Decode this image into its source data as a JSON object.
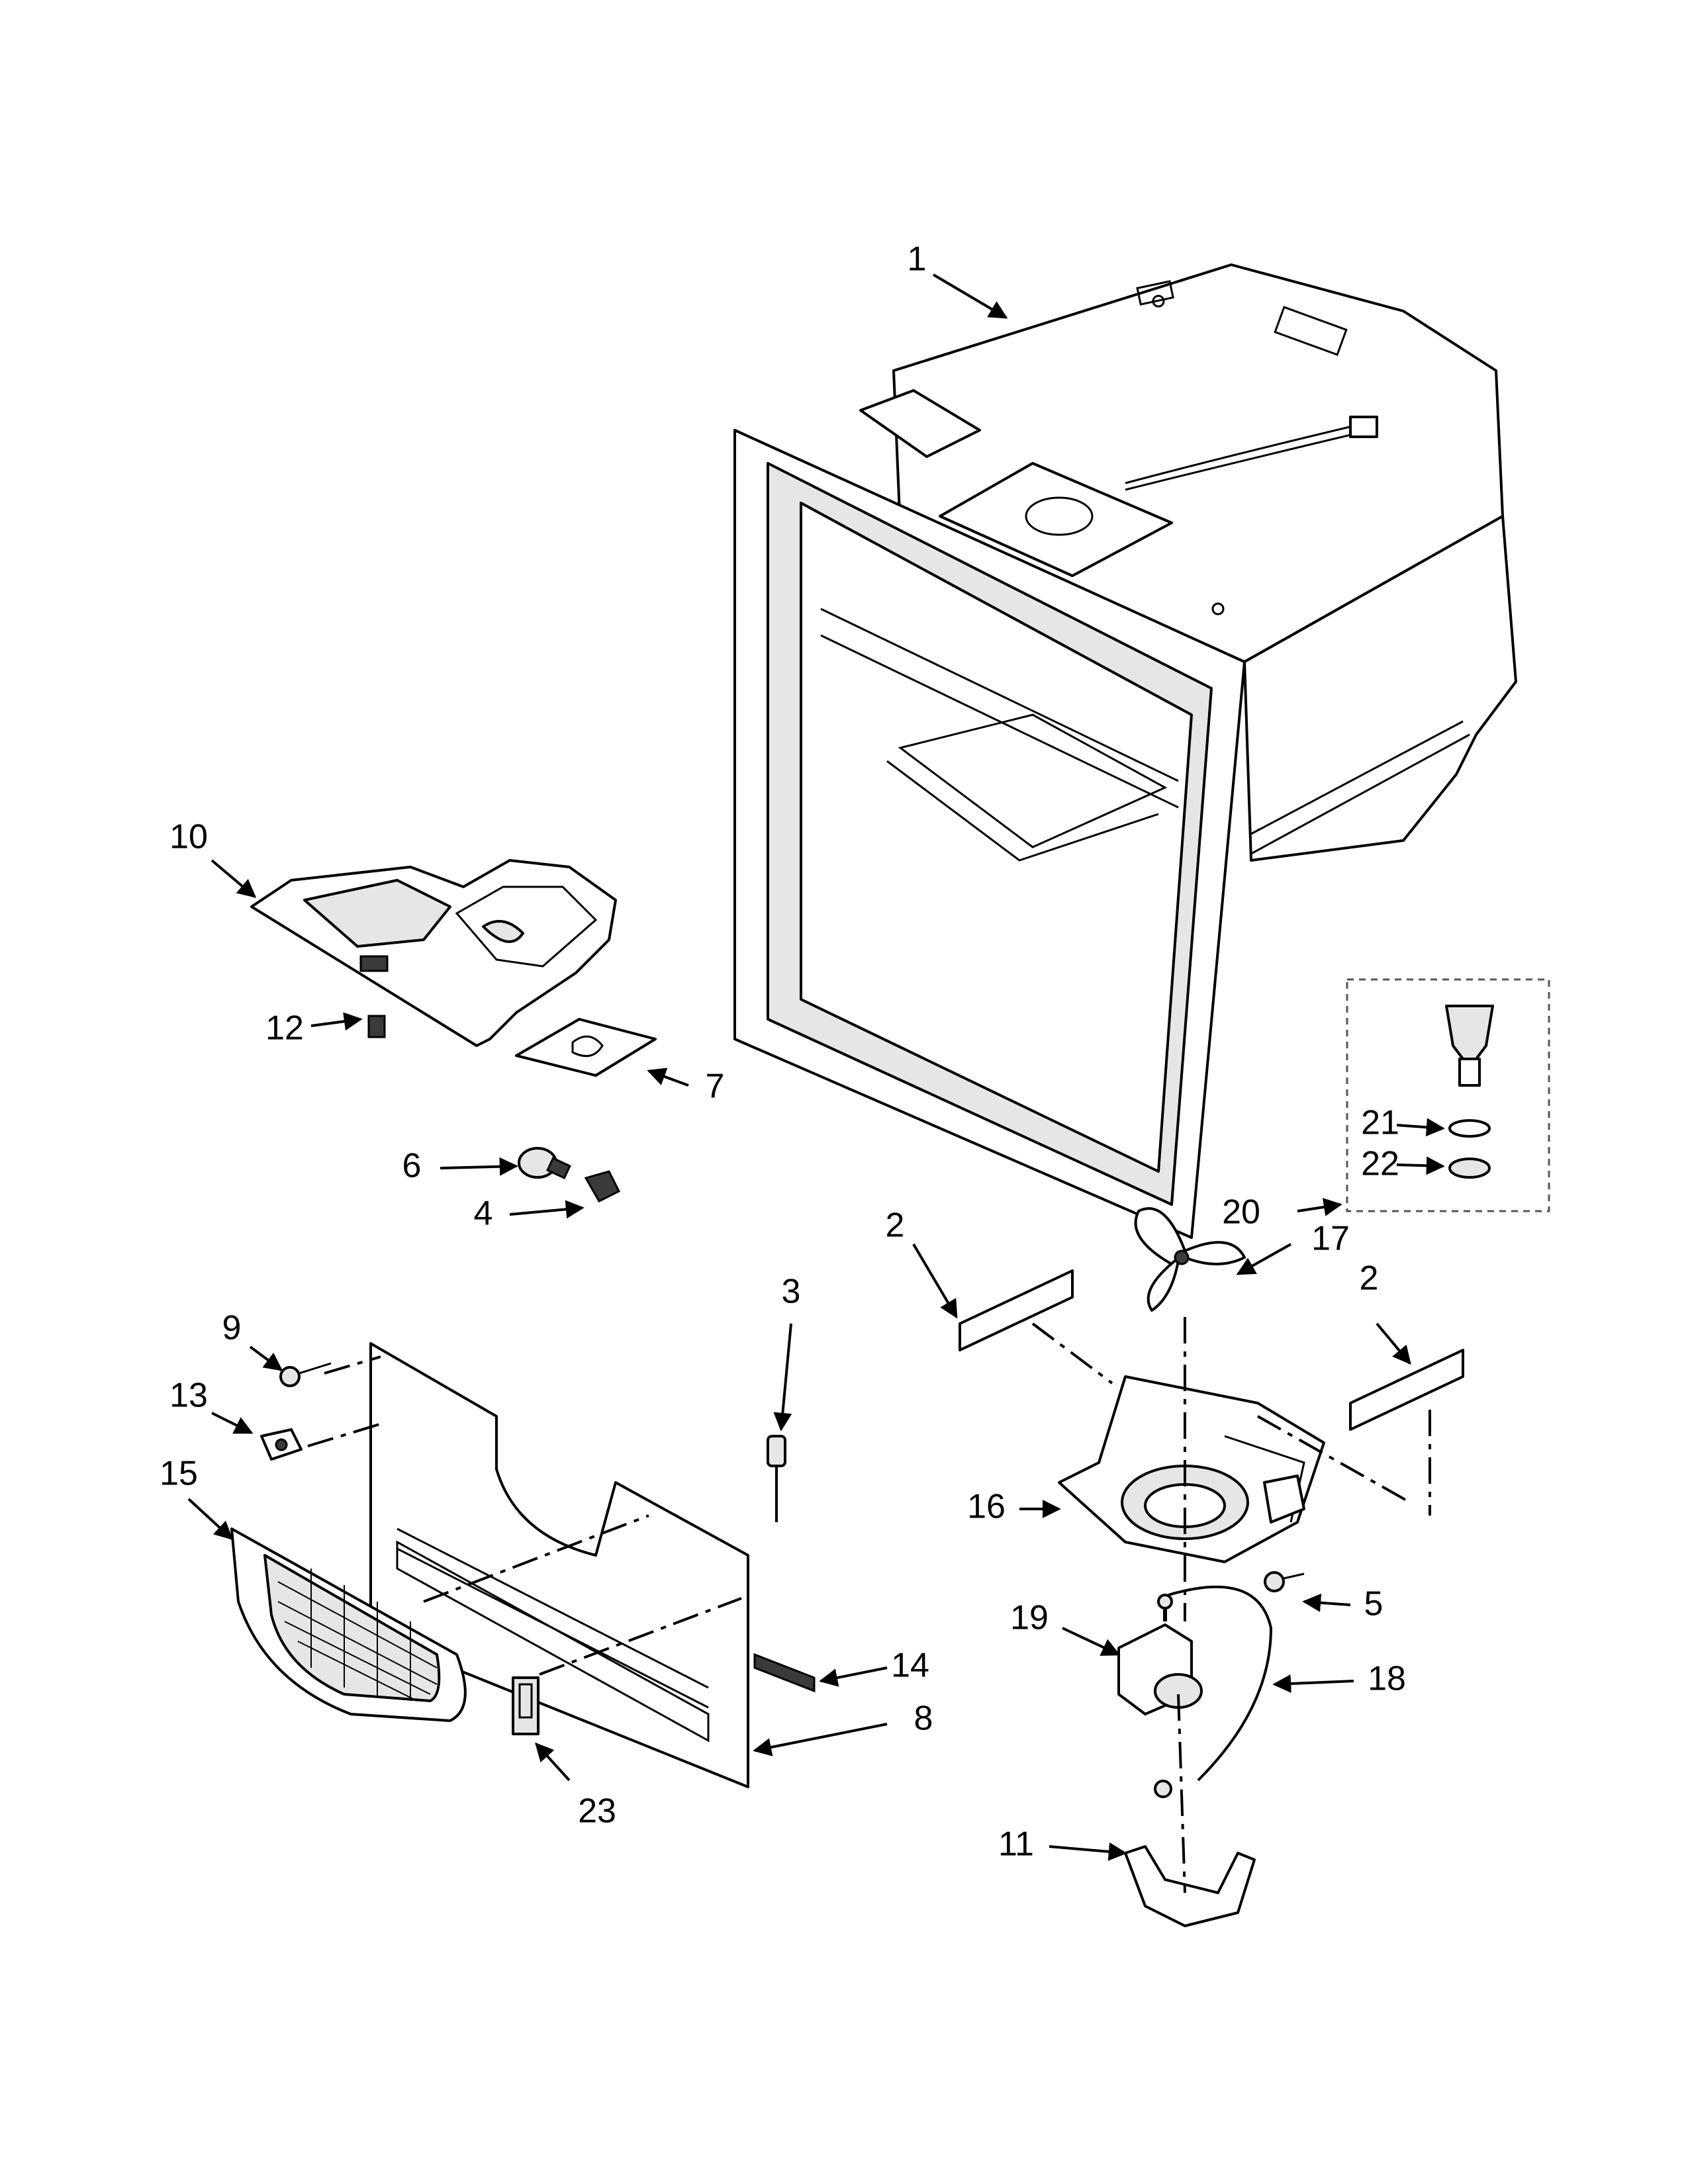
{
  "callouts": [
    {
      "id": "c1",
      "label": "1"
    },
    {
      "id": "c2a",
      "label": "2"
    },
    {
      "id": "c2b",
      "label": "2"
    },
    {
      "id": "c3",
      "label": "3"
    },
    {
      "id": "c4",
      "label": "4"
    },
    {
      "id": "c5",
      "label": "5"
    },
    {
      "id": "c6",
      "label": "6"
    },
    {
      "id": "c7",
      "label": "7"
    },
    {
      "id": "c8",
      "label": "8"
    },
    {
      "id": "c9",
      "label": "9"
    },
    {
      "id": "c10",
      "label": "10"
    },
    {
      "id": "c11",
      "label": "11"
    },
    {
      "id": "c12",
      "label": "12"
    },
    {
      "id": "c13",
      "label": "13"
    },
    {
      "id": "c14",
      "label": "14"
    },
    {
      "id": "c15",
      "label": "15"
    },
    {
      "id": "c16",
      "label": "16"
    },
    {
      "id": "c17",
      "label": "17"
    },
    {
      "id": "c18",
      "label": "18"
    },
    {
      "id": "c19",
      "label": "19"
    },
    {
      "id": "c20",
      "label": "20"
    },
    {
      "id": "c21",
      "label": "21"
    },
    {
      "id": "c22",
      "label": "22"
    },
    {
      "id": "c23",
      "label": "23"
    }
  ]
}
